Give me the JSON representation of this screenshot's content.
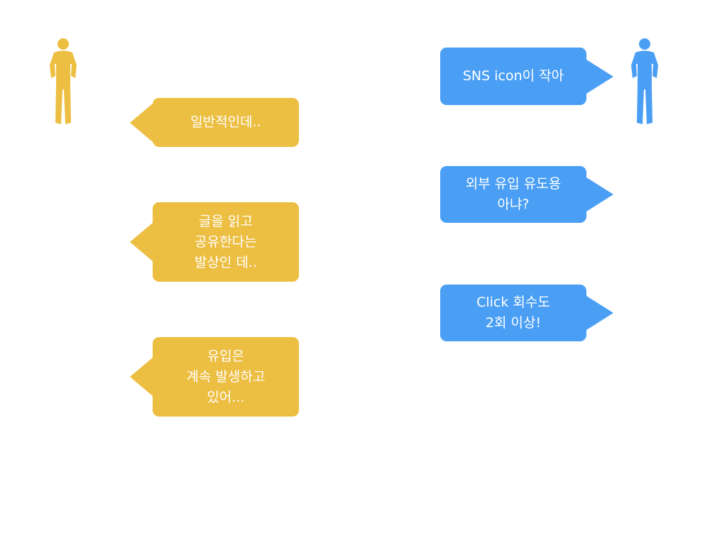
{
  "colors": {
    "speaker_left": "#ECBE41",
    "speaker_right": "#4A9FF5",
    "text": "#FFFFFF"
  },
  "figures": {
    "left": "person-silhouette-icon",
    "right": "person-silhouette-icon"
  },
  "left_bubbles": [
    {
      "text": "일반적인데.."
    },
    {
      "text": "글을 읽고\n공유한다는\n발상인 데.."
    },
    {
      "text": "유입은\n계속 발생하고\n있어..."
    }
  ],
  "right_bubbles": [
    {
      "text": "SNS icon이 작아"
    },
    {
      "text": "외부 유입 유도용\n아냐?"
    },
    {
      "text": "Click 회수도\n2회 이상!"
    }
  ]
}
